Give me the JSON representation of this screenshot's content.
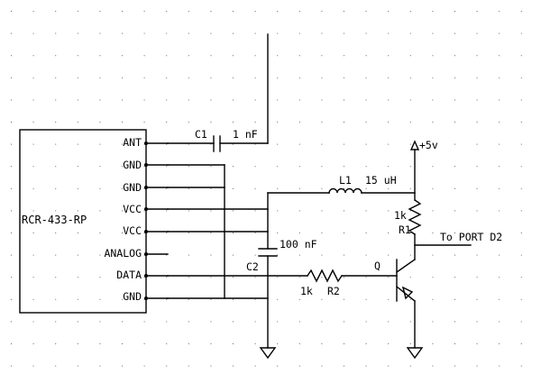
{
  "diagram": {
    "grid_visible": true,
    "colors": {
      "ink": "#000000",
      "grid": "#6a6a6a",
      "background": "#ffffff"
    }
  },
  "module": {
    "name": "RCR-433-RP",
    "pins": [
      "ANT",
      "GND",
      "GND",
      "VCC",
      "VCC",
      "ANALOG",
      "DATA",
      "GND"
    ]
  },
  "components": {
    "c1": {
      "ref": "C1",
      "value": "1 nF"
    },
    "l1": {
      "ref": "L1",
      "value": "15 uH"
    },
    "c2": {
      "ref": "C2",
      "value": "100 nF"
    },
    "r1": {
      "ref": "R1",
      "value": "1k"
    },
    "r2": {
      "ref": "R2",
      "value": "1k"
    },
    "q": {
      "ref": "Q"
    }
  },
  "nets": {
    "supply": "+5v",
    "output": "To PORT D2"
  }
}
